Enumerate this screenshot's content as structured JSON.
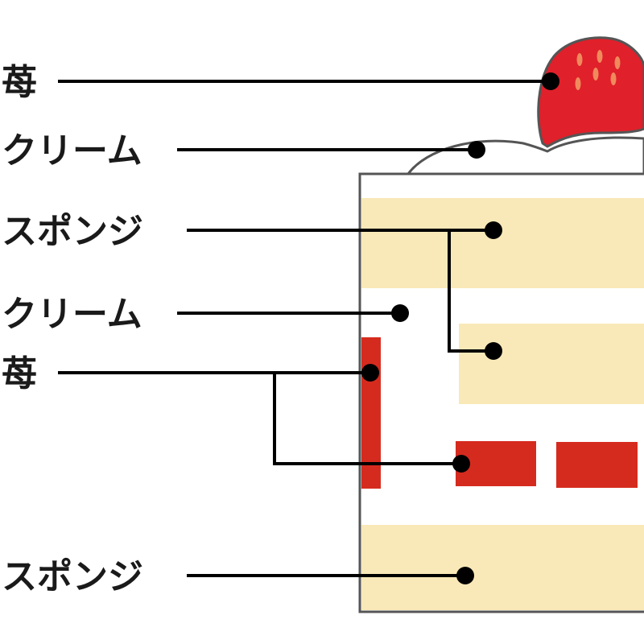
{
  "labels": {
    "strawberry_top": "苺",
    "cream_top": "クリーム",
    "sponge_upper": "スポンジ",
    "cream_middle": "クリーム",
    "strawberry_middle": "苺",
    "sponge_bottom": "スポンジ"
  },
  "colors": {
    "sponge": "#f9e9b8",
    "strawberry": "#d52b1e",
    "strawberry_top": "#e0202a",
    "seed": "#f08a5d",
    "cream": "#ffffff",
    "outline": "#555555",
    "leader": "#000000"
  }
}
